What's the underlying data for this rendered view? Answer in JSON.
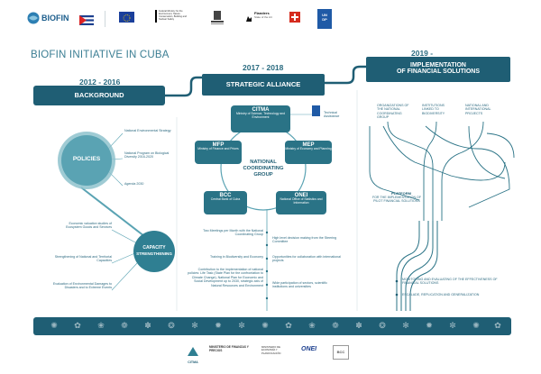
{
  "header": {
    "biofin_logo": "BIOFIN",
    "partners": [
      "Federal Ministry for the Environment, Nature Conservation, Building and Nuclear Safety",
      "Flanders State of the Art",
      "UN DP"
    ],
    "flanders": "Flanders",
    "flanders_sub": "State of the Art",
    "undp": "UN DP"
  },
  "title": "BIOFIN INITIATIVE IN CUBA",
  "phase1": {
    "years": "2012 - 2016",
    "label": "BACKGROUND"
  },
  "phase2": {
    "years": "2017 - 2018",
    "label": "STRATEGIC ALLIANCE"
  },
  "phase3": {
    "years": "2019 -",
    "label_line1": "IMPLEMENTATION",
    "label_line2": "OF FINANCIAL SOLUTIONS"
  },
  "policies": {
    "label": "POLICIES",
    "items": [
      "National Environmental Strategy",
      "National Program on Biological Diversity 2016-2020",
      "Agenda 2030"
    ]
  },
  "capacity": {
    "label_line1": "CAPACITY",
    "label_line2": "STRENGTHENING",
    "items": [
      "Economic valuation studies of Ecosystem Goods and Services",
      "Strengthening of National and Territorial Capacities",
      "Evaluation of Environmental Damages to Disasters and to Extreme Events"
    ]
  },
  "alliance": {
    "center": "NATIONAL COORDINATING GROUP",
    "technical": "Technical Assistance",
    "citma": {
      "name": "CITMA",
      "desc": "Ministry of Science, Technology and Environment"
    },
    "mfp": {
      "name": "MFP",
      "desc": "Ministry of Finance and Prices"
    },
    "mep": {
      "name": "MEP",
      "desc": "Ministry of Economy and Planning"
    },
    "bcc": {
      "name": "BCC",
      "desc": "Central Bank of Cuba"
    },
    "onei": {
      "name": "ONEI",
      "desc": "National Office of Statistics and Information"
    }
  },
  "alliance_left": [
    "Two Meetings per Month with the National Coordinating Group",
    "Training in Biodiversity and Economy",
    "Contribution to the implementation of national policies: Life Task (State Plan for the confrontation to Climate Change), National Plan for Economic and Social Development up to 2030, strategic axis of Natural Resources and Environment"
  ],
  "alliance_right": [
    "High level decision making from the Steering Committee",
    "Opportunities for collaboration with international projects",
    "Wide participation of sectors, scientific institutions and universities"
  ],
  "implementation": {
    "col1": "ORGANIZATIONS OF THE NATIONAL COORDINATING GROUP",
    "col2": "INSTITUTIONS LINKED TO BIODIVERSITY",
    "col3": "NATIONAL AND INTERNATIONAL PROJECTS",
    "platform_title": "PLATFORM",
    "platform_desc": "FOR THE IMPLEMENTATION OF PILOT FINANCIAL SOLUTIONS",
    "monitoring": "MONITORING AND EVALUATING OF THE EFFECTIVENESS OF FINANCIAL SOLUTIONS",
    "escalade": "ESCALADE, REPLICATION AND GENERALIZATION"
  },
  "footer_logos": [
    "CITMA",
    "MINISTERIO DE FINANZAS Y PRECIOS",
    "MINISTERIO DE ECONOMÍA Y PLANIFICACIÓN",
    "ONEI",
    "BCC"
  ],
  "colors": {
    "navy": "#1f5e74",
    "teal": "#2f7f92",
    "light_teal": "#5aa3b3"
  }
}
